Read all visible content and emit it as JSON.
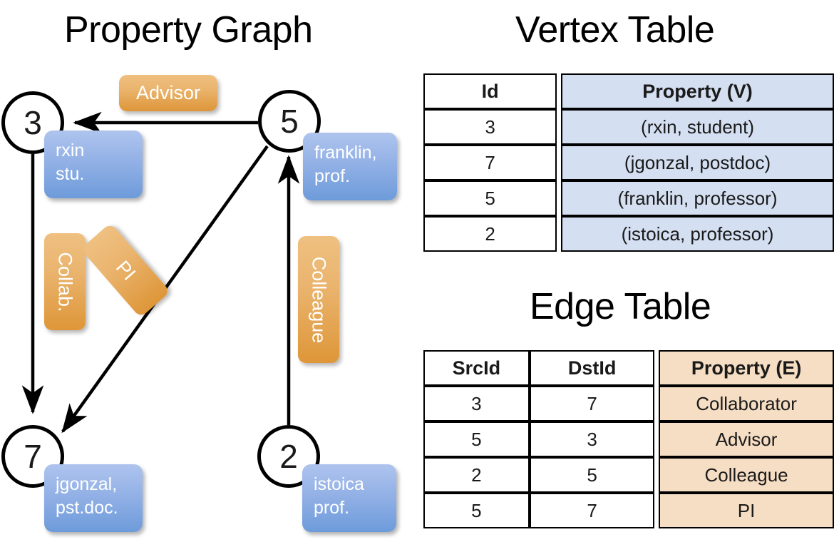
{
  "titles": {
    "graph": "Property Graph",
    "vertex_table": "Vertex Table",
    "edge_table": "Edge Table"
  },
  "graph": {
    "nodes": [
      {
        "id": "3",
        "property": "rxin\nstu."
      },
      {
        "id": "5",
        "property": "franklin,\nprof."
      },
      {
        "id": "7",
        "property": "jgonzal,\npst.doc."
      },
      {
        "id": "2",
        "property": "istoica\nprof."
      }
    ],
    "edge_labels": [
      {
        "name": "advisor",
        "text": "Advisor"
      },
      {
        "name": "collab",
        "text": "Collab."
      },
      {
        "name": "pi",
        "text": "PI"
      },
      {
        "name": "colleague",
        "text": "Colleague"
      }
    ],
    "colors": {
      "node_property_fill_top": "#aec4ee",
      "node_property_fill_bottom": "#6d9bda",
      "edge_label_fill_top": "#efc081",
      "edge_label_fill_bottom": "#de9638",
      "stroke": "#000000"
    }
  },
  "vertex_table": {
    "headers": [
      "Id",
      "Property (V)"
    ],
    "rows": [
      {
        "id": "3",
        "property": "(rxin, student)"
      },
      {
        "id": "7",
        "property": "(jgonzal, postdoc)"
      },
      {
        "id": "5",
        "property": "(franklin, professor)"
      },
      {
        "id": "2",
        "property": "(istoica, professor)"
      }
    ],
    "fill": "#d4dff1"
  },
  "edge_table": {
    "headers": [
      "SrcId",
      "DstId",
      "Property (E)"
    ],
    "rows": [
      {
        "src": "3",
        "dst": "7",
        "property": "Collaborator"
      },
      {
        "src": "5",
        "dst": "3",
        "property": "Advisor"
      },
      {
        "src": "2",
        "dst": "5",
        "property": "Colleague"
      },
      {
        "src": "5",
        "dst": "7",
        "property": "PI"
      }
    ],
    "fill": "#f6dec4"
  }
}
